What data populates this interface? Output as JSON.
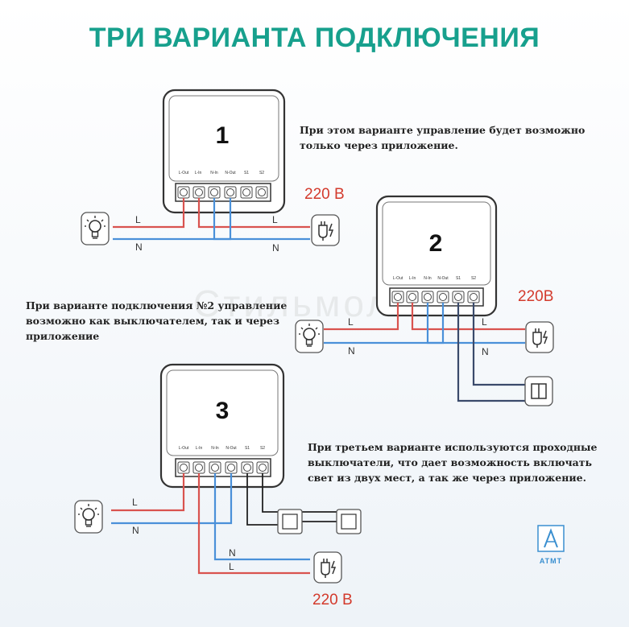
{
  "title": "ТРИ ВАРИАНТА ПОДКЛЮЧЕНИЯ",
  "module_terminals": [
    "L-Out",
    "L-In",
    "N-In",
    "N-Out",
    "S1",
    "S2"
  ],
  "modules": [
    {
      "number": "1"
    },
    {
      "number": "2"
    },
    {
      "number": "3"
    }
  ],
  "wire_labels": {
    "live": "L",
    "neutral": "N"
  },
  "notes": {
    "variant1": "При этом варианте управление будет возможно\nтолько через приложение.",
    "variant2": "При варианте подключения №2 управление\nвозможно как выключателем, так и через\nприложение",
    "variant3": "При третьем варианте используются проходные\nвыключатели, что дает возможность включать\nсвет из двух мест, а так же через приложение."
  },
  "voltage": {
    "v1": "220 В",
    "v2": "220В",
    "v3": "220 В"
  },
  "watermark": "Стильмола",
  "logo": "ATMT",
  "colors": {
    "title": "#17a08d",
    "live_wire": "#d9534f",
    "neutral_wire": "#4a90d9",
    "switch_wire": "#3a4a6b",
    "voltage_text": "#d33a2c"
  }
}
